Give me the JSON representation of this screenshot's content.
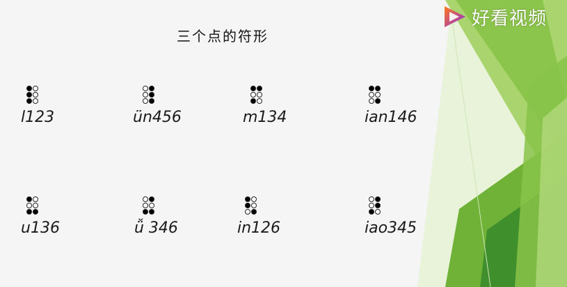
{
  "slide": {
    "title": "三个点的符形",
    "cells": [
      {
        "label": "l123",
        "dots": [
          1,
          2,
          3
        ]
      },
      {
        "label": "ün456",
        "dots": [
          4,
          5,
          6
        ]
      },
      {
        "label": "m134",
        "dots": [
          1,
          3,
          4
        ]
      },
      {
        "label": "ian146",
        "dots": [
          1,
          4,
          6
        ]
      },
      {
        "label": "u136",
        "dots": [
          1,
          3,
          6
        ]
      },
      {
        "label": "ǚ 346",
        "dots": [
          3,
          4,
          6
        ]
      },
      {
        "label": "in126",
        "dots": [
          1,
          2,
          6
        ]
      },
      {
        "label": "iao345",
        "dots": [
          3,
          4,
          5
        ]
      }
    ]
  },
  "watermark": {
    "text": "好看视频",
    "logo_icon": "play-triangle-icon"
  },
  "colors": {
    "green_light": "#a7d46b",
    "green_mid": "#7fbf3f",
    "green_dark": "#3f8f2c",
    "logo_orange": "#ff7a1a",
    "logo_purple": "#8a2be2"
  }
}
